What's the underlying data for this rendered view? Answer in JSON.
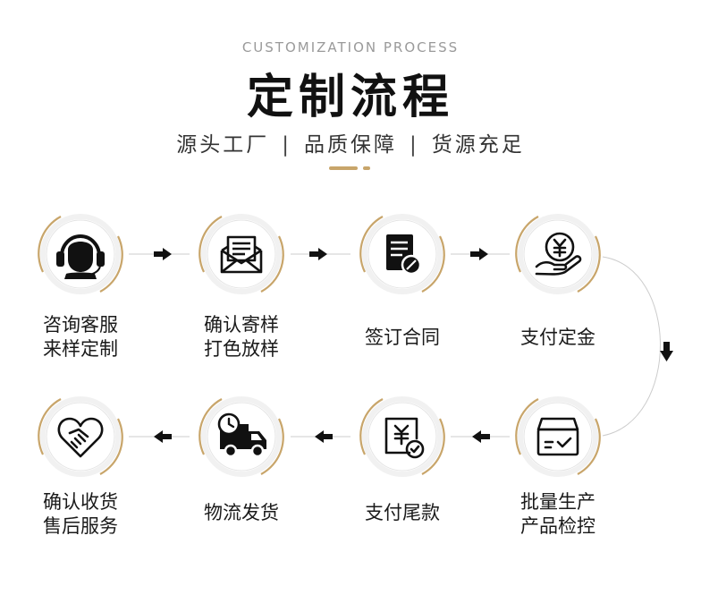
{
  "header": {
    "subtitle_en": "CUSTOMIZATION PROCESS",
    "title_cn": "定制流程",
    "tagline": [
      "源头工厂",
      "品质保障",
      "货源充足"
    ],
    "separator": "|"
  },
  "colors": {
    "gold": "#c8a56a",
    "ring_light": "#eeeeee",
    "icon": "#111111",
    "connector": "#cccccc"
  },
  "steps": [
    {
      "id": "consult",
      "icon": "headset-icon",
      "lines": [
        "咨询客服",
        "来样定制"
      ]
    },
    {
      "id": "confirm",
      "icon": "envelope-icon",
      "lines": [
        "确认寄样",
        "打色放样"
      ]
    },
    {
      "id": "contract",
      "icon": "contract-icon",
      "lines": [
        "签订合同"
      ]
    },
    {
      "id": "deposit",
      "icon": "yen-hand-icon",
      "lines": [
        "支付定金"
      ]
    },
    {
      "id": "produce",
      "icon": "box-icon",
      "lines": [
        "批量生产",
        "产品检控"
      ]
    },
    {
      "id": "balance",
      "icon": "yen-doc-icon",
      "lines": [
        "支付尾款"
      ]
    },
    {
      "id": "ship",
      "icon": "delivery-truck-icon",
      "lines": [
        "物流发货"
      ]
    },
    {
      "id": "receive",
      "icon": "handshake-heart-icon",
      "lines": [
        "确认收货",
        "售后服务"
      ]
    }
  ]
}
